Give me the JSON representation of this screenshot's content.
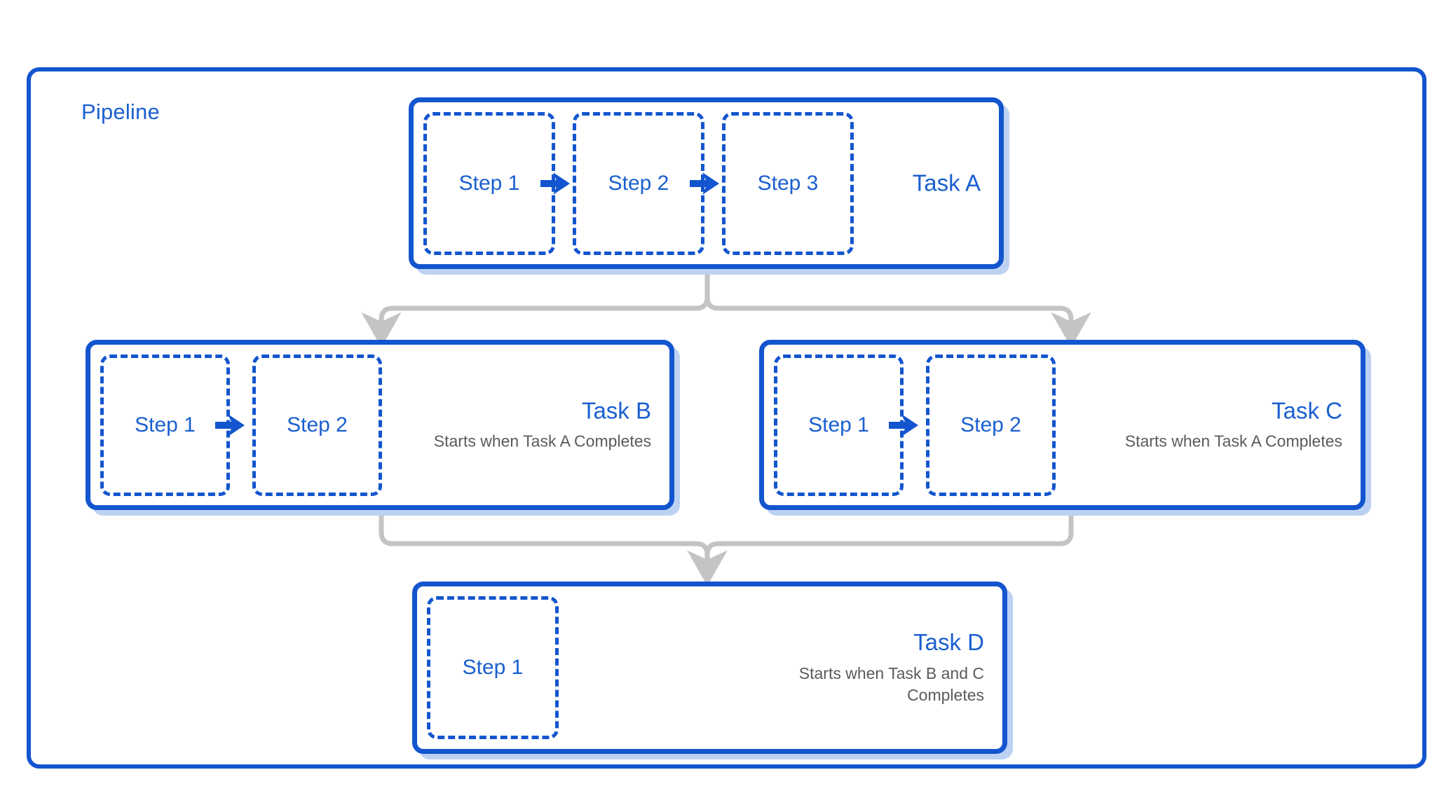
{
  "pipeline": {
    "label": "Pipeline",
    "accent_color": "#1355ce",
    "title_color": "#1a5fd0",
    "subtitle_color": "#5b5b5b",
    "shadow_color": "#bdd2f2",
    "connector_color": "#c4c4c4",
    "background_color": "#ffffff"
  },
  "tasks": [
    {
      "id": "task-a",
      "title": "Task A",
      "subtitle": "",
      "steps": [
        {
          "label": "Step 1"
        },
        {
          "label": "Step 2"
        },
        {
          "label": "Step 3"
        }
      ],
      "arrow_icon": "arrow-right-icon"
    },
    {
      "id": "task-b",
      "title": "Task B",
      "subtitle": "Starts when Task A Completes",
      "steps": [
        {
          "label": "Step 1"
        },
        {
          "label": "Step 2"
        }
      ],
      "arrow_icon": "arrow-right-icon"
    },
    {
      "id": "task-c",
      "title": "Task C",
      "subtitle": "Starts when Task A Completes",
      "steps": [
        {
          "label": "Step 1"
        },
        {
          "label": "Step 2"
        }
      ],
      "arrow_icon": "arrow-right-icon"
    },
    {
      "id": "task-d",
      "title": "Task D",
      "subtitle": "Starts when Task B and C Completes",
      "steps": [
        {
          "label": "Step 1"
        }
      ],
      "arrow_icon": "arrow-right-icon"
    }
  ],
  "connections": [
    {
      "from": "task-a",
      "to": "task-b"
    },
    {
      "from": "task-a",
      "to": "task-c"
    },
    {
      "from": "task-b",
      "to": "task-d"
    },
    {
      "from": "task-c",
      "to": "task-d"
    }
  ]
}
